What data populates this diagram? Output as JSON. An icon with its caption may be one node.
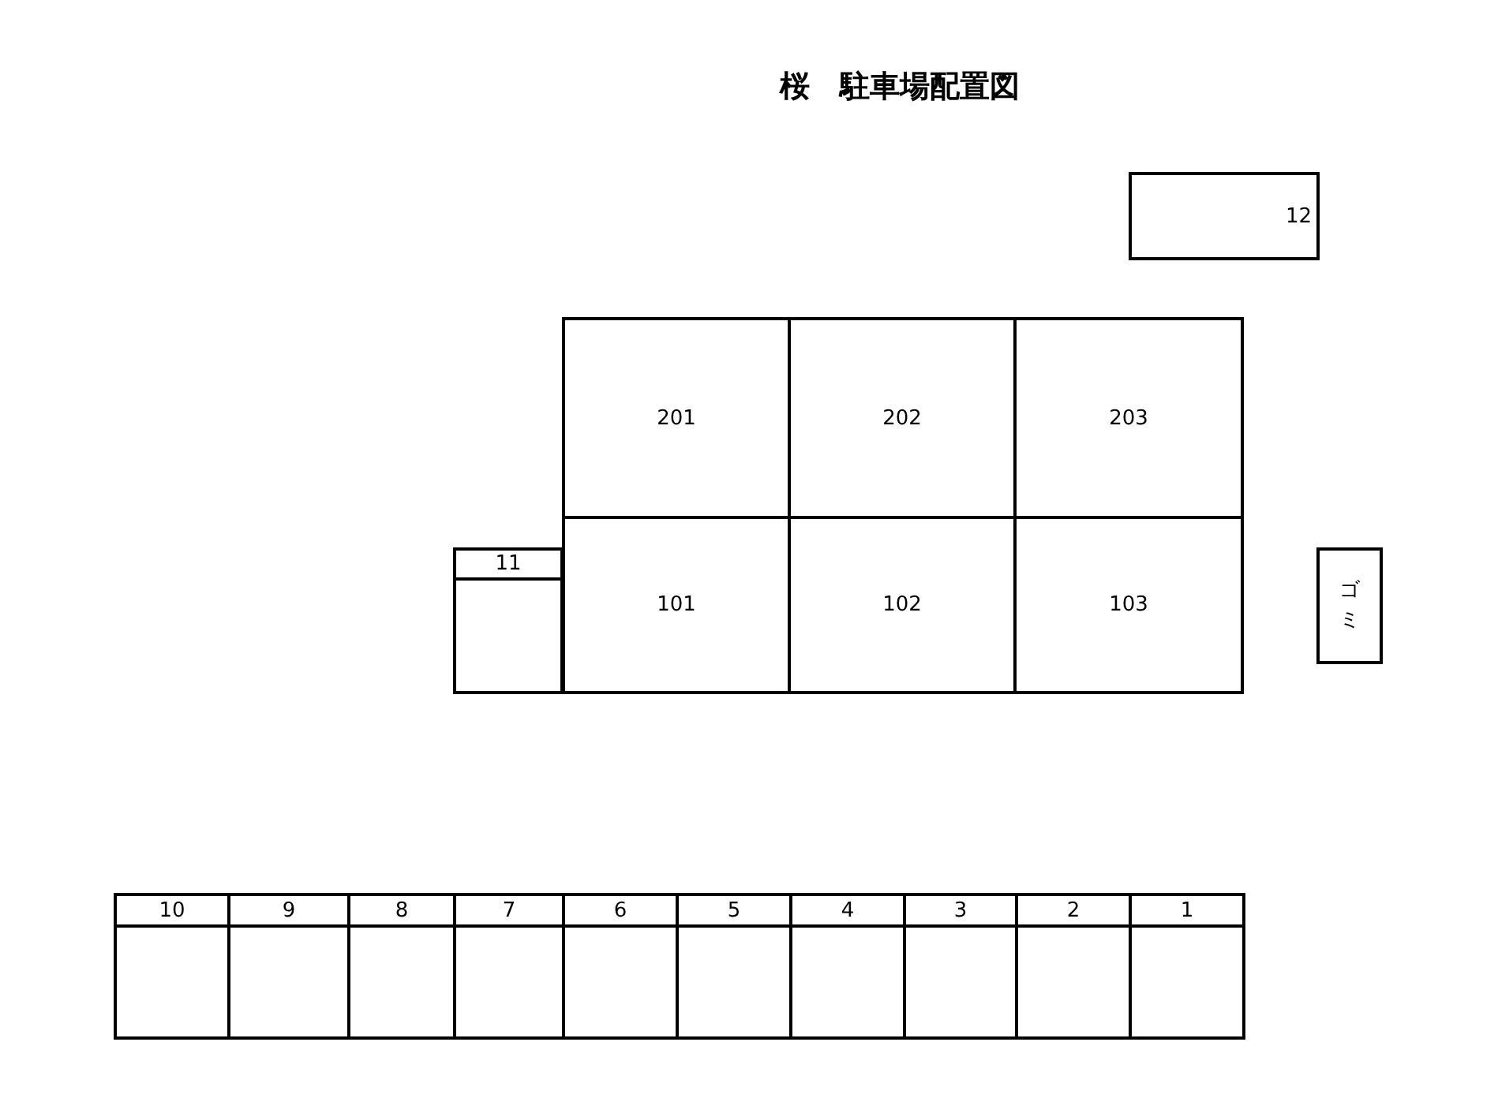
{
  "diagram": {
    "title": "桜　駐車場配置図",
    "nodes": [
      {
        "text": [
          "12"
        ]
      },
      {
        "text": [
          "201"
        ]
      },
      {
        "text": [
          "202"
        ]
      },
      {
        "text": [
          "203"
        ]
      },
      {
        "text": [
          "11"
        ]
      },
      {
        "text": [
          "101"
        ]
      },
      {
        "text": [
          "102"
        ]
      },
      {
        "text": [
          "103"
        ]
      },
      {
        "text": [
          "ゴミ"
        ]
      },
      {
        "text": [
          "10"
        ]
      },
      {
        "text": [
          "9"
        ]
      },
      {
        "text": [
          "8"
        ]
      },
      {
        "text": [
          "7"
        ]
      },
      {
        "text": [
          "6"
        ]
      },
      {
        "text": [
          "5"
        ]
      },
      {
        "text": [
          "4"
        ]
      },
      {
        "text": [
          "3"
        ]
      },
      {
        "text": [
          "2"
        ]
      },
      {
        "text": [
          "1"
        ]
      }
    ]
  }
}
